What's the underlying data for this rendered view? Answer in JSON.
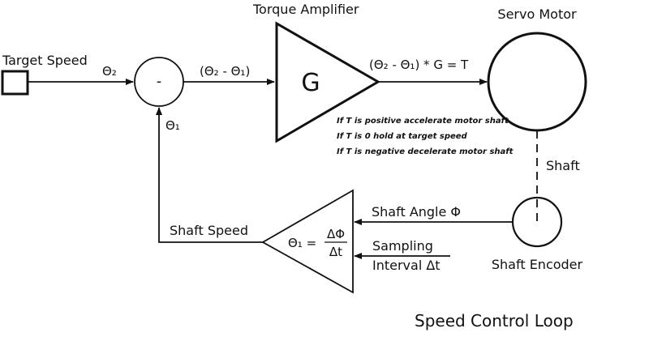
{
  "title": "Speed Control Loop",
  "blocks": {
    "target": {
      "label": "Target Speed"
    },
    "summing": {
      "symbol": "-"
    },
    "amplifier": {
      "label": "Torque Amplifier",
      "symbol": "G"
    },
    "motor": {
      "label": "Servo Motor"
    },
    "shaft": {
      "label": "Shaft"
    },
    "encoder": {
      "label": "Shaft Encoder"
    },
    "differentiator": {
      "lhs": "Θ₁ =",
      "numerator": "ΔΦ",
      "denominator": "Δt"
    }
  },
  "signals": {
    "theta2": "Θ₂",
    "theta1": "Θ₁",
    "error": "(Θ₂ - Θ₁)",
    "torque": "(Θ₂ - Θ₁) *  G = T",
    "shaft_angle": "Shaft Angle  Φ",
    "sampling_line1": "Sampling",
    "sampling_line2": "Interval  Δt",
    "shaft_speed": "Shaft Speed"
  },
  "notes": [
    "If  T is positive accelerate motor shaft",
    "If  T is 0 hold at target speed",
    "If T is negative decelerate motor shaft"
  ]
}
